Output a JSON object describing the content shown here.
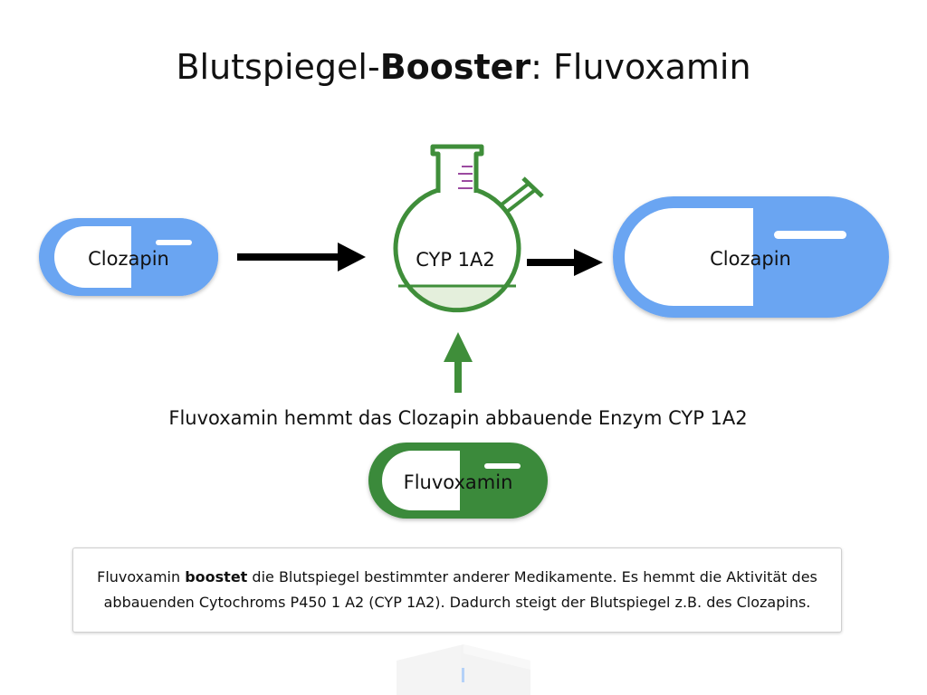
{
  "title": {
    "prefix": "Blutspiegel-",
    "bold": "Booster",
    "suffix": ": Fluvoxamin"
  },
  "capsules": {
    "left_label": "Clozapin",
    "right_label": "Clozapin",
    "inhibitor_label": "Fluvoxamin"
  },
  "flask": {
    "label": "CYP 1A2"
  },
  "inhibition_caption": "Fluvoxamin hemmt das Clozapin abbauende Enzym CYP 1A2",
  "info": {
    "prefix": "Fluvoxamin ",
    "bold": "boostet",
    "line1_rest": " die Blutspiegel bestimmter anderer Medikamente. Es hemmt die Aktivität des",
    "line2": "abbauenden Cytochroms P450 1 A2 (CYP 1A2). Dadurch steigt der Blutspiegel z.B. des Clozapins."
  },
  "colors": {
    "clozapin_blue": "#6ba5f2",
    "fluvoxamin_green": "#3a8a3a",
    "flask_green": "#3f8e3a",
    "flask_liquid": "#e4efdc",
    "graduation_purple": "#9b4aa0",
    "arrow_black": "#000000"
  }
}
